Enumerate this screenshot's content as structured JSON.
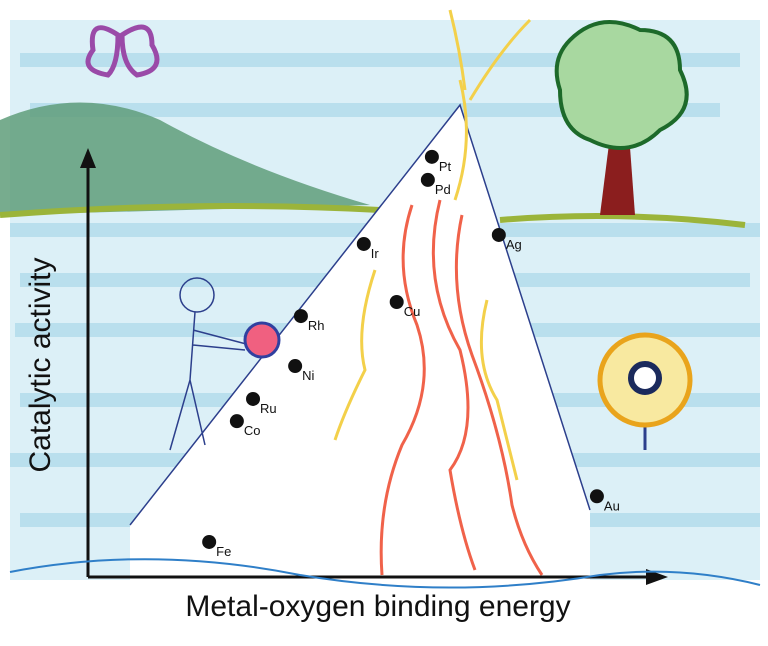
{
  "chart_data": {
    "type": "scatter",
    "title": "",
    "xlabel": "Metal-oxygen binding energy",
    "ylabel": "Catalytic activity",
    "xlim": [
      0,
      100
    ],
    "ylim": [
      0,
      100
    ],
    "grid": false,
    "units": "arbitrary (no tick labels shown)",
    "points": [
      {
        "label": "Pt",
        "x": 59.6,
        "y": 98.4
      },
      {
        "label": "Pd",
        "x": 58.9,
        "y": 93.0
      },
      {
        "label": "Ag",
        "x": 71.2,
        "y": 80.1
      },
      {
        "label": "Ir",
        "x": 47.8,
        "y": 78.0
      },
      {
        "label": "Cu",
        "x": 53.5,
        "y": 64.4
      },
      {
        "label": "Rh",
        "x": 36.9,
        "y": 61.1
      },
      {
        "label": "Ni",
        "x": 35.9,
        "y": 49.4
      },
      {
        "label": "Ru",
        "x": 28.6,
        "y": 41.7
      },
      {
        "label": "Co",
        "x": 25.8,
        "y": 36.5
      },
      {
        "label": "Au",
        "x": 88.2,
        "y": 18.9
      },
      {
        "label": "Fe",
        "x": 21.0,
        "y": 8.2
      }
    ]
  },
  "colors": {
    "sky": "#a9d8ea",
    "hill": "#5f9e7a",
    "outline": "#2c3f8c",
    "lava_red": "#f0624a",
    "lava_yellow": "#f3d04a",
    "point": "#111111"
  }
}
